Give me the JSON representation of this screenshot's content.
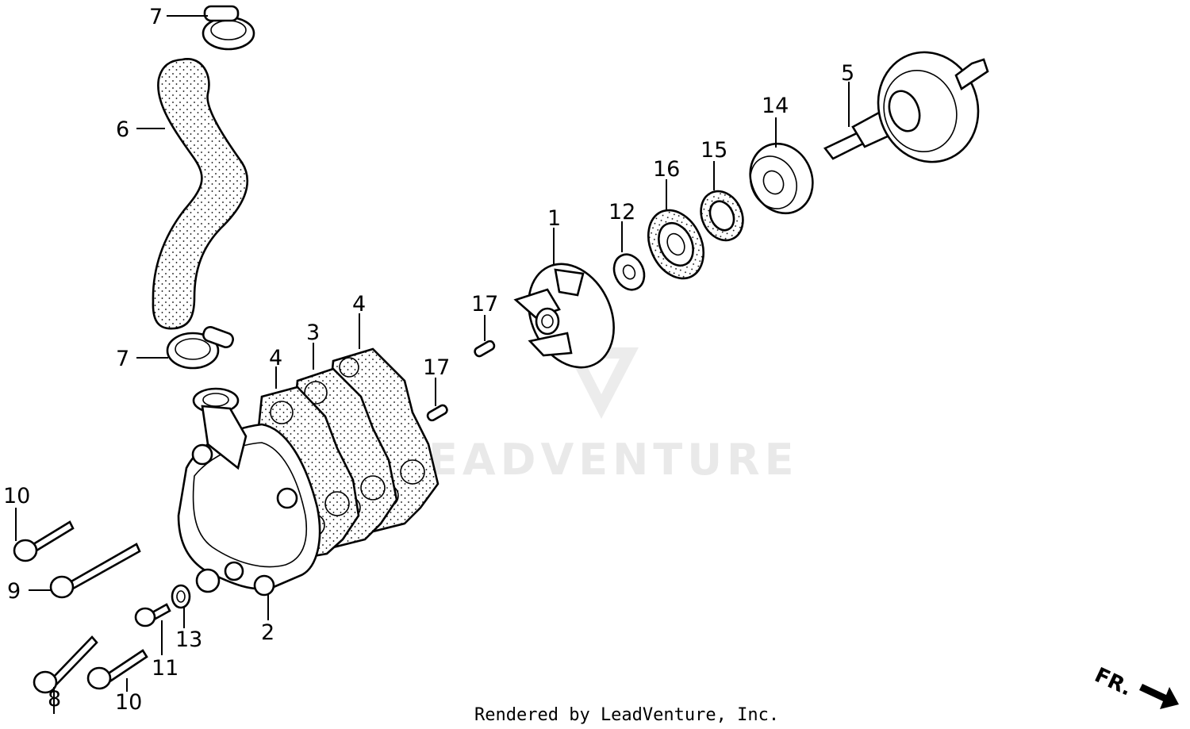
{
  "footer": {
    "credit": "Rendered by LeadVenture, Inc."
  },
  "watermark": {
    "text": "EADVENTURE"
  },
  "direction": {
    "label": "FR."
  },
  "callouts": {
    "c1": "1",
    "c2": "2",
    "c3": "3",
    "c4a": "4",
    "c4b": "4",
    "c5": "5",
    "c6": "6",
    "c7a": "7",
    "c7b": "7",
    "c8": "8",
    "c9": "9",
    "c10a": "10",
    "c10b": "10",
    "c11": "11",
    "c12": "12",
    "c13": "13",
    "c14": "14",
    "c15": "15",
    "c16": "16",
    "c17a": "17",
    "c17b": "17"
  }
}
